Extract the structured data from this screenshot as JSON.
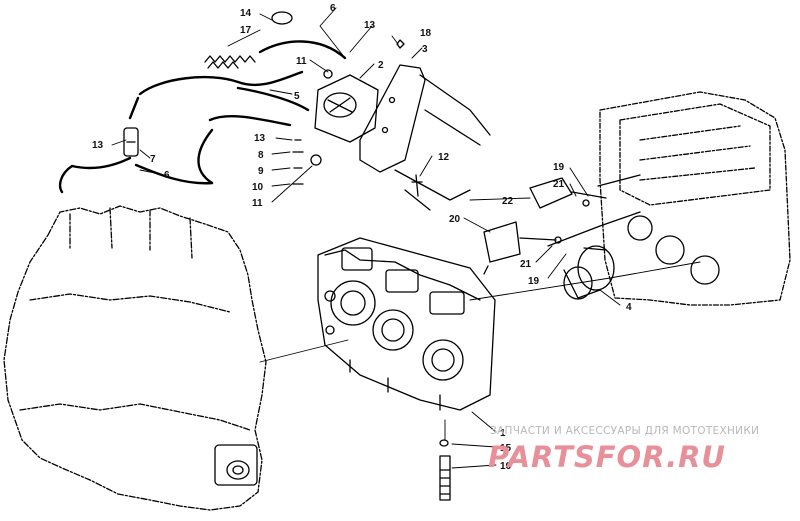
{
  "diagram": {
    "callouts": [
      {
        "id": "c14",
        "text": "14"
      },
      {
        "id": "c17",
        "text": "17"
      },
      {
        "id": "c6a",
        "text": "6"
      },
      {
        "id": "c13a",
        "text": "13"
      },
      {
        "id": "c18",
        "text": "18"
      },
      {
        "id": "c3",
        "text": "3"
      },
      {
        "id": "c2",
        "text": "2"
      },
      {
        "id": "c11a",
        "text": "11"
      },
      {
        "id": "c5",
        "text": "5"
      },
      {
        "id": "c13b",
        "text": "13"
      },
      {
        "id": "c7",
        "text": "7"
      },
      {
        "id": "c6b",
        "text": "6"
      },
      {
        "id": "c13c",
        "text": "13"
      },
      {
        "id": "c8",
        "text": "8"
      },
      {
        "id": "c9",
        "text": "9"
      },
      {
        "id": "c10",
        "text": "10"
      },
      {
        "id": "c11b",
        "text": "11"
      },
      {
        "id": "c12",
        "text": "12"
      },
      {
        "id": "c19a",
        "text": "19"
      },
      {
        "id": "c21a",
        "text": "21"
      },
      {
        "id": "c22",
        "text": "22"
      },
      {
        "id": "c20",
        "text": "20"
      },
      {
        "id": "c21b",
        "text": "21"
      },
      {
        "id": "c19b",
        "text": "19"
      },
      {
        "id": "c4",
        "text": "4"
      },
      {
        "id": "c1",
        "text": "1"
      },
      {
        "id": "c15",
        "text": "15"
      },
      {
        "id": "c16",
        "text": "16"
      }
    ]
  },
  "watermark": {
    "text": "ЗАПЧАСТИ И АКСЕССУАРЫ ДЛЯ МОТОТЕХНИКИ",
    "logo": "PARTSFOR.RU"
  }
}
